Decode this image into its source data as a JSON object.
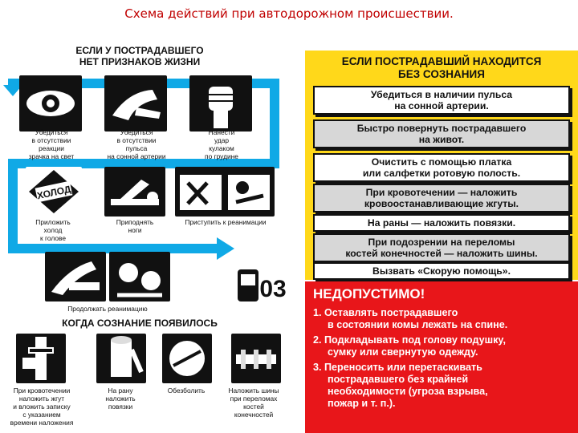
{
  "title": "Схема действий при автодорожном происшествии.",
  "left": {
    "heading_top": [
      "ЕСЛИ У ПОСТРАДАВШЕГО",
      "НЕТ ПРИЗНАКОВ ЖИЗНИ"
    ],
    "heading_bottom": "КОГДА СОЗНАНИЕ ПОЯВИЛОСЬ",
    "cold_pack_text": "ХОЛОД",
    "ambulance_text": "03",
    "captions": {
      "pupil": [
        "Убедиться",
        "в отсутствии",
        "реакции",
        "зрачка на свет"
      ],
      "pulse": [
        "Убедиться",
        "в отсутствии",
        "пульса",
        "на сонной артерии"
      ],
      "strike": [
        "Нанести",
        "удар",
        "кулаком",
        "по грудине"
      ],
      "cold": [
        "Приложить",
        "холод",
        "к голове"
      ],
      "legs": [
        "Приподнять",
        "ноги"
      ],
      "reanimation": [
        "Приступить к реанимации"
      ],
      "continue": [
        "Продолжать реанимацию"
      ],
      "tourniquet": [
        "При кровотечении",
        "наложить жгут",
        "и вложить записку",
        "с указанием",
        "времени наложения"
      ],
      "bandage": [
        "На рану",
        "наложить",
        "повязки"
      ],
      "painkiller": [
        "Обезболить"
      ],
      "splints": [
        "Наложить шины",
        "при переломах",
        "костей",
        "конечностей"
      ]
    }
  },
  "right": {
    "yellow_title": [
      "ЕСЛИ ПОСТРАДАВШИЙ НАХОДИТСЯ",
      "БЕЗ СОЗНАНИЯ"
    ],
    "steps": [
      [
        "Убедиться в наличии пульса",
        "на сонной артерии."
      ],
      [
        "Быстро повернуть пострадавшего",
        "на живот."
      ],
      [
        "Очистить с помощью платка",
        "или салфетки ротовую полость."
      ],
      [
        "При кровотечении — наложить",
        "кровоостанавливающие жгуты."
      ],
      [
        "На раны — наложить повязки."
      ],
      [
        "При подозрении на переломы",
        "костей конечностей — наложить шины."
      ],
      [
        "Вызвать «Скорую помощь»."
      ]
    ],
    "red_title": "НЕДОПУСТИМО!",
    "forbidden": [
      [
        "1. Оставлять пострадавшего",
        "в состоянии комы лежать на спине."
      ],
      [
        "2. Подкладывать под голову подушку,",
        "сумку или свернутую одежду."
      ],
      [
        "3. Переносить или перетаскивать",
        "пострадавшего без крайней",
        "необходимости (угроза взрыва,",
        "пожар и т. п.)."
      ]
    ]
  },
  "colors": {
    "flow_arrow": "#10a9e6",
    "yellow_panel": "#ffd81a",
    "red_panel": "#e8161a",
    "title_red": "#c00000"
  }
}
